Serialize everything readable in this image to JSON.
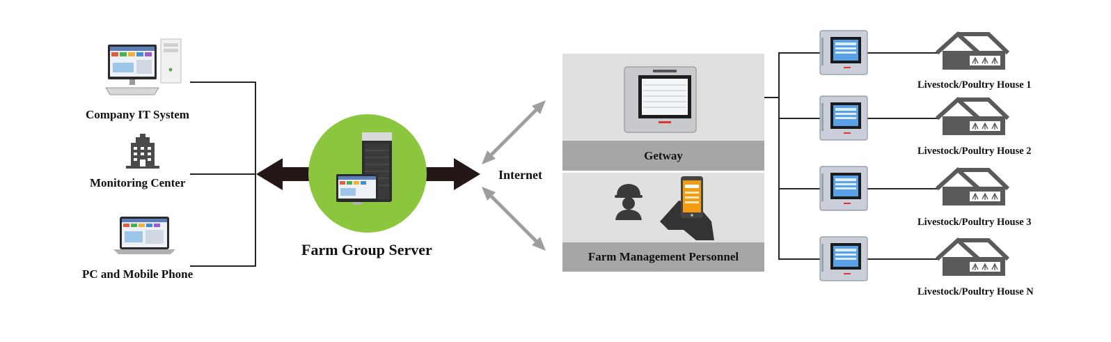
{
  "sources": [
    {
      "label": "Company IT System",
      "icon": "desktop-computer-icon"
    },
    {
      "label": "Monitoring Center",
      "icon": "building-icon"
    },
    {
      "label": "PC and Mobile Phone",
      "icon": "laptop-icon"
    }
  ],
  "server": {
    "label": "Farm Group Server",
    "icon": "server-icon",
    "circle_color": "#8cc63f"
  },
  "internet": {
    "label": "Internet"
  },
  "gateway": {
    "label": "Getway",
    "device_icon": "gateway-touchscreen-icon"
  },
  "personnel": {
    "label": "Farm Management Personnel",
    "worker_icon": "worker-helmet-icon",
    "phone_icon": "hand-phone-icon"
  },
  "houses": [
    {
      "label": "Livestock/Poultry House 1"
    },
    {
      "label": "Livestock/Poultry House 2"
    },
    {
      "label": "Livestock/Poultry House 3"
    },
    {
      "label": "Livestock/Poultry House N"
    }
  ],
  "colors": {
    "line": "#222222",
    "arrow_dark": "#231815",
    "arrow_grey": "#9e9e9e",
    "panel": "#e0e0e0",
    "band": "#a6a6a6",
    "house": "#5a5a5a"
  }
}
